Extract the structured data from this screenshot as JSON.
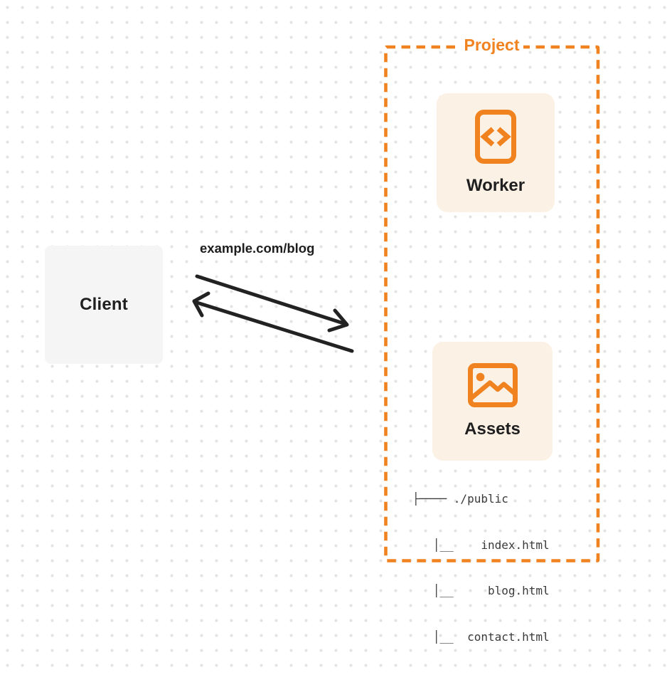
{
  "diagram": {
    "client": {
      "label": "Client"
    },
    "request_label": "example.com/blog",
    "project": {
      "title": "Project",
      "worker": {
        "label": "Worker",
        "icon": "code-file-icon"
      },
      "assets": {
        "label": "Assets",
        "icon": "image-icon"
      },
      "file_tree_lines": [
        "├──── ./public",
        "   │__    index.html",
        "   │__     blog.html",
        "   │__  contact.html"
      ]
    },
    "colors": {
      "accent_orange": "#f0821f",
      "card_background": "#fcf1e5",
      "client_background": "#f5f5f6",
      "arrow_stroke": "#222222",
      "dark_text": "#1f1f1f",
      "tree_text": "#3a3a3a",
      "dot_grid": "#e3e3e5"
    }
  }
}
